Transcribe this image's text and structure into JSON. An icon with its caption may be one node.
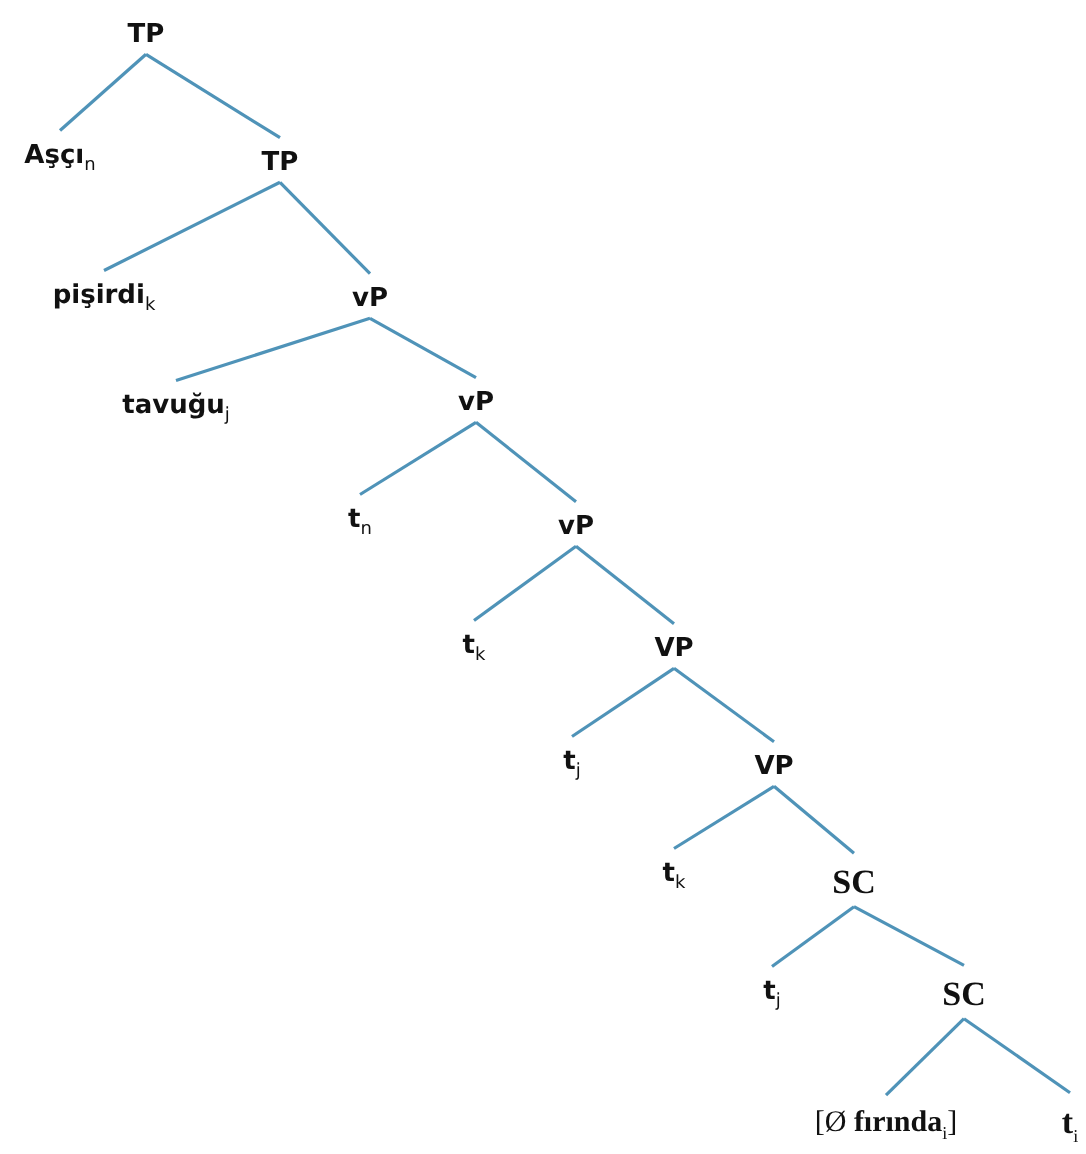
{
  "diagram": {
    "nodes": [
      {
        "text": [
          "TP"
        ]
      },
      {
        "text": [
          "Aşçı$_{n}$"
        ]
      },
      {
        "text": [
          "TP"
        ]
      },
      {
        "text": [
          "pişirdi$_{k}$"
        ]
      },
      {
        "text": [
          "vP"
        ]
      },
      {
        "text": [
          "tavuğu$_{j}$"
        ]
      },
      {
        "text": [
          "vP"
        ]
      },
      {
        "text": [
          "t$_{n}$"
        ]
      },
      {
        "text": [
          "vP"
        ]
      },
      {
        "text": [
          "t$_{k}$"
        ]
      },
      {
        "text": [
          "VP"
        ]
      },
      {
        "text": [
          "t$_{j}$"
        ]
      },
      {
        "text": [
          "VP"
        ]
      },
      {
        "text": [
          "t$_{k}$"
        ]
      },
      {
        "text": [
          "SC"
        ]
      },
      {
        "text": [
          "t$_{j}$"
        ]
      },
      {
        "text": [
          "SC"
        ]
      },
      {
        "text": [
          "[Ø **fırında**$_{i}$]"
        ]
      },
      {
        "text": [
          "t$_{i}$"
        ]
      }
    ],
    "edges": [
      {
        "from": 0,
        "to": 1,
        "arrow": "none"
      },
      {
        "from": 0,
        "to": 2,
        "arrow": "none"
      },
      {
        "from": 2,
        "to": 3,
        "arrow": "none"
      },
      {
        "from": 2,
        "to": 4,
        "arrow": "none"
      },
      {
        "from": 4,
        "to": 5,
        "arrow": "none"
      },
      {
        "from": 4,
        "to": 6,
        "arrow": "none"
      },
      {
        "from": 6,
        "to": 7,
        "arrow": "none"
      },
      {
        "from": 6,
        "to": 8,
        "arrow": "none"
      },
      {
        "from": 8,
        "to": 9,
        "arrow": "none"
      },
      {
        "from": 8,
        "to": 10,
        "arrow": "none"
      },
      {
        "from": 10,
        "to": 11,
        "arrow": "none"
      },
      {
        "from": 10,
        "to": 12,
        "arrow": "none"
      },
      {
        "from": 12,
        "to": 13,
        "arrow": "none"
      },
      {
        "from": 12,
        "to": 14,
        "arrow": "none"
      },
      {
        "from": 14,
        "to": 15,
        "arrow": "none"
      },
      {
        "from": 14,
        "to": 16,
        "arrow": "none"
      },
      {
        "from": 16,
        "to": 17,
        "arrow": "none"
      },
      {
        "from": 16,
        "to": 18,
        "arrow": "none"
      }
    ]
  }
}
